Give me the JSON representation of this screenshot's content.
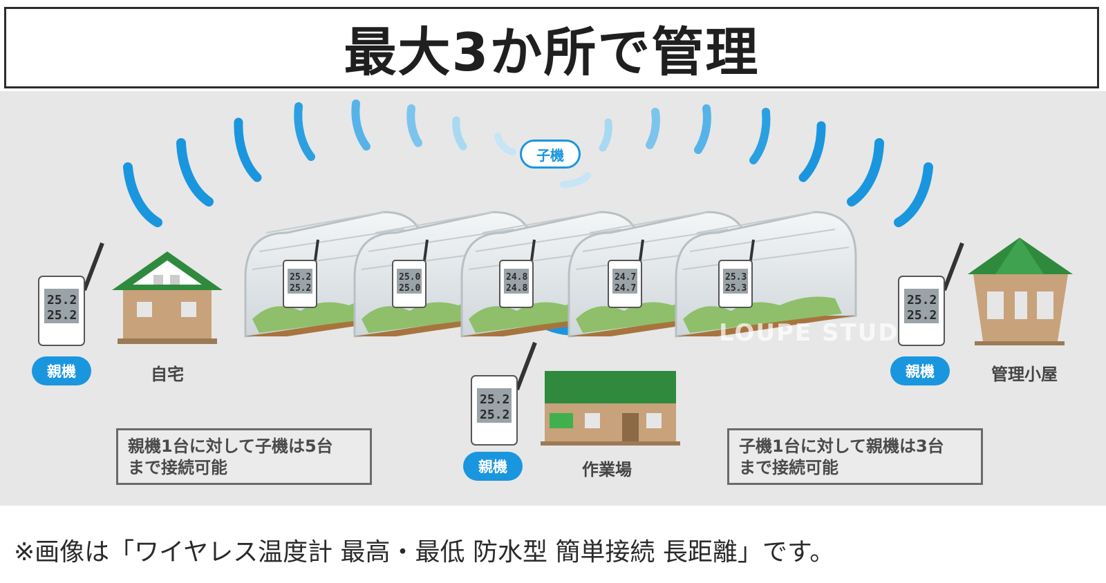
{
  "header": {
    "title": "最大3か所で管理"
  },
  "badges": {
    "child": "子機",
    "parent": "親機"
  },
  "places": {
    "home": "自宅",
    "workshop": "作業場",
    "hut": "管理小屋"
  },
  "notes": {
    "left": [
      "親機1台に対して子機は5台",
      "まで接続可能"
    ],
    "right": [
      "子機1台に対して親機は3台",
      "まで接続可能"
    ]
  },
  "parent_devices": {
    "home": [
      "25.2",
      "25.2"
    ],
    "workshop": [
      "25.2",
      "25.2"
    ],
    "hut": [
      "25.2",
      "25.2"
    ]
  },
  "child_devices": [
    [
      "25.2",
      "25.2"
    ],
    [
      "25.0",
      "25.0"
    ],
    [
      "24.8",
      "24.8"
    ],
    [
      "24.7",
      "24.7"
    ],
    [
      "25.3",
      "25.3"
    ]
  ],
  "watermark": "LOUPE STUDIO",
  "footnote": "※画像は「ワイヤレス温度計 最高・最低 防水型 簡単接続 長距離」です。",
  "colors": {
    "signal_blue": "#1a96de",
    "signal_light": "#a9d8f2",
    "roof_green": "#2f8a3e",
    "wall_tan": "#c8a27a",
    "scene_bg": "#e7e7e7"
  },
  "icons": [
    "wifi-wave-icon",
    "house-icon",
    "greenhouse-icon",
    "thermometer-device-icon"
  ]
}
